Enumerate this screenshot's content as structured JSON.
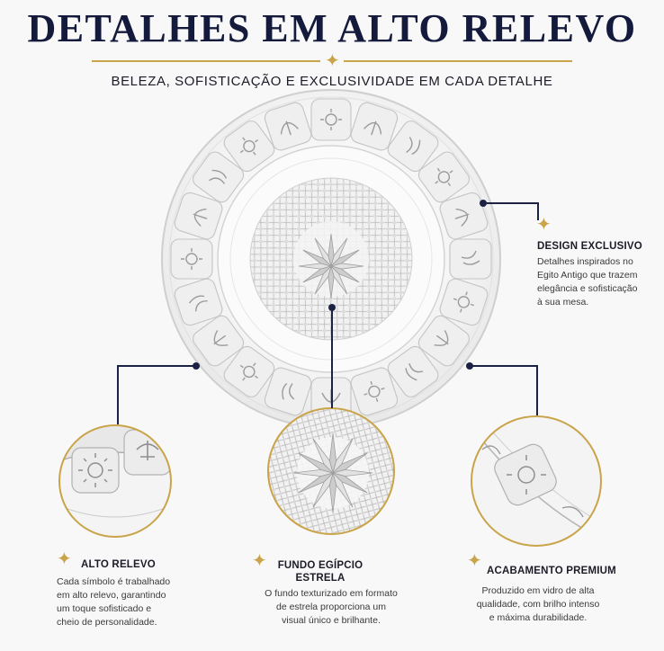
{
  "header": {
    "title": "DETALHES EM ALTO RELEVO",
    "subtitle": "BELEZA, SOFISTICAÇÃO E EXCLUSIVIDADE EM CADA DETALHE",
    "divider_star": "✦"
  },
  "colors": {
    "gold": "#c9a44a",
    "navy": "#141a3c",
    "glass_edge": "#cfcfcf"
  },
  "features": {
    "design": {
      "title": "DESIGN EXCLUSIVO",
      "lines": [
        "Detalhes inspirados no",
        "Egito Antigo que trazem",
        "elegância e sofisticação",
        "à sua mesa."
      ]
    },
    "relevo": {
      "title": "ALTO RELEVO",
      "lines": [
        "Cada símbolo é trabalhado",
        "em alto relevo, garantindo",
        "um toque sofisticado e",
        "cheio de personalidade."
      ]
    },
    "fundo": {
      "title_lines": [
        "FUNDO EGÍPCIO",
        "ESTRELA"
      ],
      "lines": [
        "O fundo texturizado em formato",
        "de estrela proporciona um",
        "visual único e brilhante."
      ]
    },
    "acabamento": {
      "title": "ACABAMENTO PREMIUM",
      "lines": [
        "Produzido em vidro de alta",
        "qualidade, com brilho intenso",
        "e máxima durabilidade."
      ]
    }
  }
}
